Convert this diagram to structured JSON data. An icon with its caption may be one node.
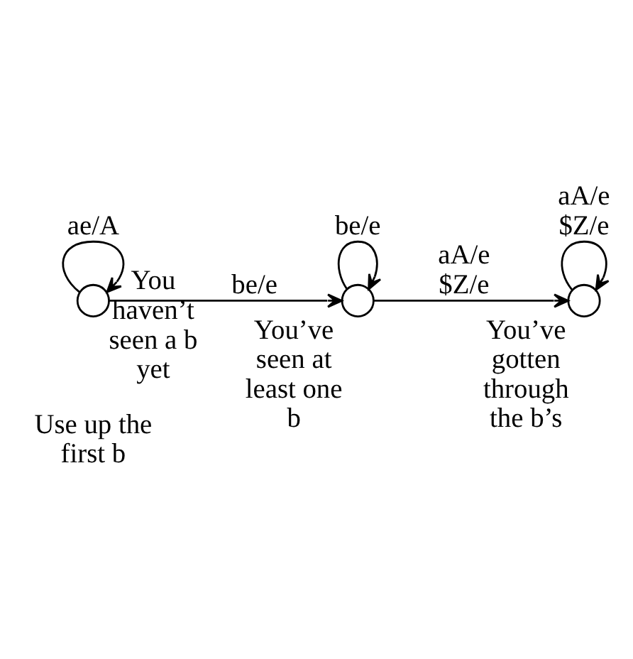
{
  "diagram": {
    "nodes": [
      {
        "text": [],
        "shape": "circle",
        "beside": [
          "You haven’t seen a b yet"
        ]
      },
      {
        "text": [],
        "shape": "circle",
        "beside": [
          "You’ve seen at least one b"
        ]
      },
      {
        "text": [],
        "shape": "circle",
        "beside": [
          "You’ve gotten through the b’s"
        ]
      }
    ],
    "edges": [
      {
        "from": 0,
        "to": 0,
        "arrow": "to",
        "label": "ae/A"
      },
      {
        "from": 0,
        "to": 1,
        "arrow": "to",
        "label": "be/e"
      },
      {
        "from": 1,
        "to": 1,
        "arrow": "to",
        "label": "be/e"
      },
      {
        "from": 1,
        "to": 2,
        "arrow": "to",
        "label": "aA/e $Z/e"
      },
      {
        "from": 2,
        "to": 2,
        "arrow": "to",
        "label": "aA/e $Z/e"
      }
    ],
    "labels": [
      "Use up the first b"
    ]
  }
}
